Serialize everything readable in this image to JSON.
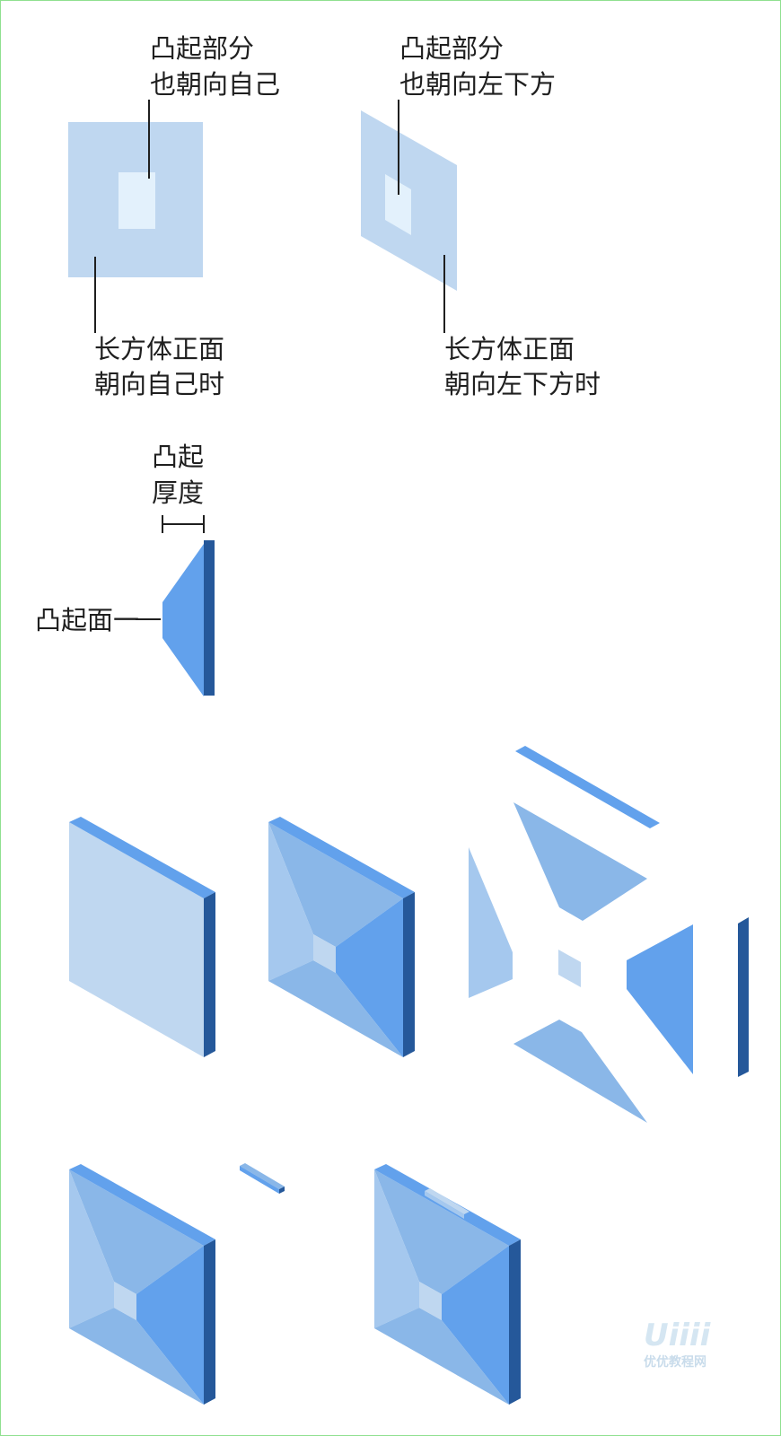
{
  "labels": {
    "top_left_bump": [
      "凸起部分",
      "也朝向自己"
    ],
    "top_right_bump": [
      "凸起部分",
      "也朝向左下方"
    ],
    "top_left_face": [
      "长方体正面",
      "朝向自己时"
    ],
    "top_right_face": [
      "长方体正面",
      "朝向左下方时"
    ],
    "thickness": [
      "凸起",
      "厚度"
    ],
    "bump_face": "凸起面一"
  },
  "watermark": {
    "logo": "Uiiii",
    "site": "优优教程网"
  },
  "colors": {
    "pale": "#bfd7f0",
    "light": "#a5c8ee",
    "mid": "#8ab7e8",
    "main": "#62a1ec",
    "dark": "#25589a",
    "inner": "#e3f1fc"
  }
}
